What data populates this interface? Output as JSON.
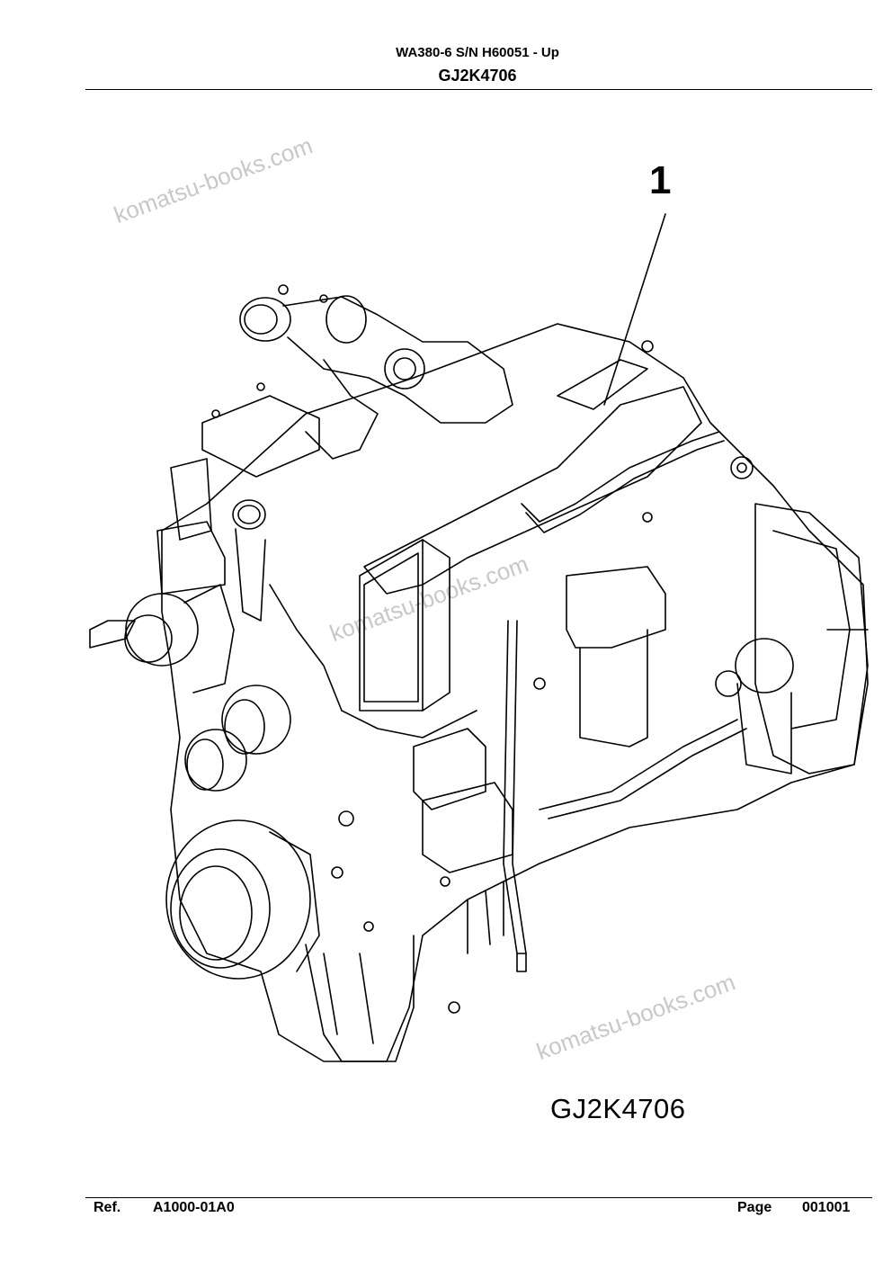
{
  "header": {
    "model_line": "WA380-6 S/N H60051 - Up",
    "part_code": "GJ2K4706"
  },
  "illustration": {
    "callout_number": "1",
    "part_code_label": "GJ2K4706",
    "subject": "engine assembly line drawing"
  },
  "watermarks": [
    "komatsu-books.com",
    "komatsu-books.com",
    "komatsu-books.com"
  ],
  "footer": {
    "ref_label": "Ref.",
    "ref_value": "A1000-01A0",
    "page_label": "Page",
    "page_value": "001001"
  }
}
